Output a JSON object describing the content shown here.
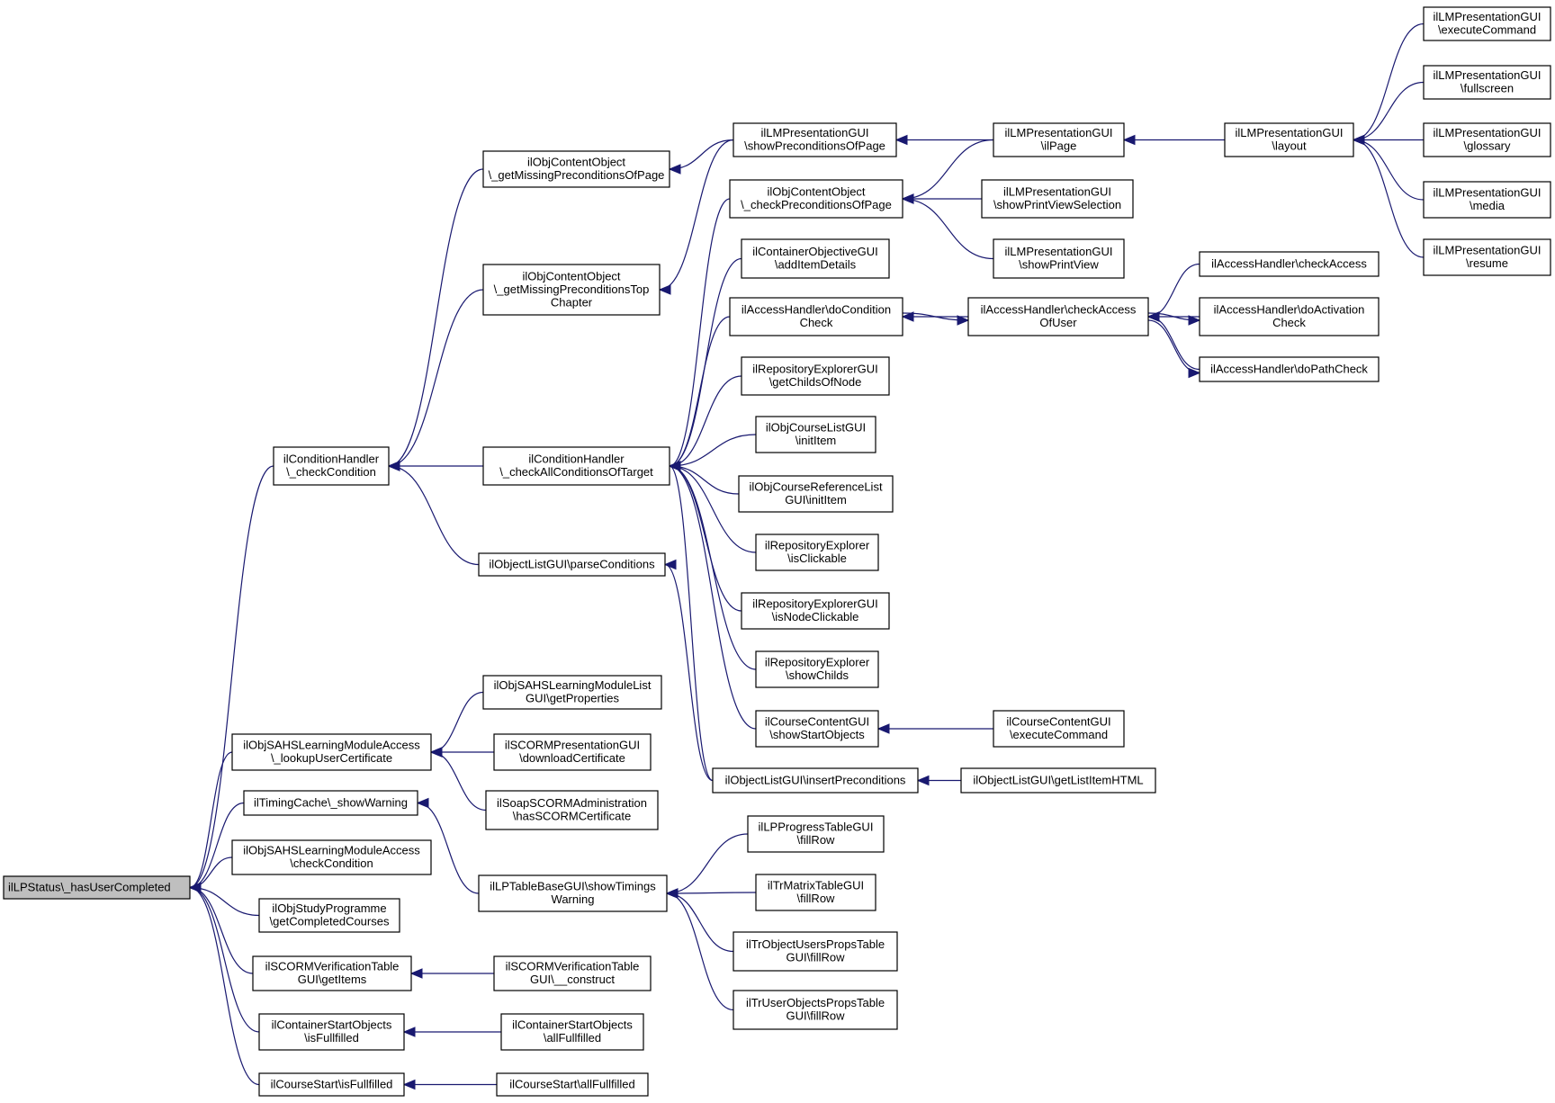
{
  "graph": {
    "root": "n0",
    "nodes": [
      {
        "id": "n0",
        "lines": [
          "ilLPStatus\\_hasUserCompleted"
        ],
        "root": true
      },
      {
        "id": "n1",
        "lines": [
          "ilConditionHandler",
          "\\_checkCondition"
        ]
      },
      {
        "id": "n2",
        "lines": [
          "ilObjSAHSLearningModuleAccess",
          "\\_lookupUserCertificate"
        ]
      },
      {
        "id": "n3",
        "lines": [
          "ilTimingCache\\_showWarning"
        ]
      },
      {
        "id": "n4",
        "lines": [
          "ilObjSAHSLearningModuleAccess",
          "\\checkCondition"
        ]
      },
      {
        "id": "n5",
        "lines": [
          "ilObjStudyProgramme",
          "\\getCompletedCourses"
        ]
      },
      {
        "id": "n6",
        "lines": [
          "ilSCORMVerificationTable",
          "GUI\\getItems"
        ]
      },
      {
        "id": "n7",
        "lines": [
          "ilContainerStartObjects",
          "\\isFullfilled"
        ]
      },
      {
        "id": "n8",
        "lines": [
          "ilCourseStart\\isFullfilled"
        ]
      },
      {
        "id": "n9",
        "lines": [
          "ilObjContentObject",
          "\\_getMissingPreconditionsOfPage"
        ]
      },
      {
        "id": "n10",
        "lines": [
          "ilObjContentObject",
          "\\_getMissingPreconditionsTop",
          "Chapter"
        ]
      },
      {
        "id": "n11",
        "lines": [
          "ilConditionHandler",
          "\\_checkAllConditionsOfTarget"
        ]
      },
      {
        "id": "n12",
        "lines": [
          "ilObjectListGUI\\parseConditions"
        ]
      },
      {
        "id": "n13",
        "lines": [
          "ilObjSAHSLearningModuleList",
          "GUI\\getProperties"
        ]
      },
      {
        "id": "n14",
        "lines": [
          "ilSCORMPresentationGUI",
          "\\downloadCertificate"
        ]
      },
      {
        "id": "n15",
        "lines": [
          "ilSoapSCORMAdministration",
          "\\hasSCORMCertificate"
        ]
      },
      {
        "id": "n16",
        "lines": [
          "ilLPTableBaseGUI\\showTimings",
          "Warning"
        ]
      },
      {
        "id": "n17",
        "lines": [
          "ilSCORMVerificationTable",
          "GUI\\__construct"
        ]
      },
      {
        "id": "n18",
        "lines": [
          "ilContainerStartObjects",
          "\\allFullfilled"
        ]
      },
      {
        "id": "n19",
        "lines": [
          "ilCourseStart\\allFullfilled"
        ]
      },
      {
        "id": "n20",
        "lines": [
          "ilLMPresentationGUI",
          "\\showPreconditionsOfPage"
        ]
      },
      {
        "id": "n21",
        "lines": [
          "ilObjContentObject",
          "\\_checkPreconditionsOfPage"
        ]
      },
      {
        "id": "n22",
        "lines": [
          "ilContainerObjectiveGUI",
          "\\addItemDetails"
        ]
      },
      {
        "id": "n23",
        "lines": [
          "ilAccessHandler\\doCondition",
          "Check"
        ]
      },
      {
        "id": "n24",
        "lines": [
          "ilRepositoryExplorerGUI",
          "\\getChildsOfNode"
        ]
      },
      {
        "id": "n25",
        "lines": [
          "ilObjCourseListGUI",
          "\\initItem"
        ]
      },
      {
        "id": "n26",
        "lines": [
          "ilObjCourseReferenceList",
          "GUI\\initItem"
        ]
      },
      {
        "id": "n27",
        "lines": [
          "ilRepositoryExplorer",
          "\\isClickable"
        ]
      },
      {
        "id": "n28",
        "lines": [
          "ilRepositoryExplorerGUI",
          "\\isNodeClickable"
        ]
      },
      {
        "id": "n29",
        "lines": [
          "ilRepositoryExplorer",
          "\\showChilds"
        ]
      },
      {
        "id": "n30",
        "lines": [
          "ilCourseContentGUI",
          "\\showStartObjects"
        ]
      },
      {
        "id": "n31",
        "lines": [
          "ilObjectListGUI\\insertPreconditions"
        ]
      },
      {
        "id": "n32",
        "lines": [
          "ilLPProgressTableGUI",
          "\\fillRow"
        ]
      },
      {
        "id": "n33",
        "lines": [
          "ilTrMatrixTableGUI",
          "\\fillRow"
        ]
      },
      {
        "id": "n34",
        "lines": [
          "ilTrObjectUsersPropsTable",
          "GUI\\fillRow"
        ]
      },
      {
        "id": "n35",
        "lines": [
          "ilTrUserObjectsPropsTable",
          "GUI\\fillRow"
        ]
      },
      {
        "id": "n36",
        "lines": [
          "ilLMPresentationGUI",
          "\\ilPage"
        ]
      },
      {
        "id": "n37",
        "lines": [
          "ilLMPresentationGUI",
          "\\showPrintViewSelection"
        ]
      },
      {
        "id": "n38",
        "lines": [
          "ilLMPresentationGUI",
          "\\showPrintView"
        ]
      },
      {
        "id": "n39",
        "lines": [
          "ilAccessHandler\\checkAccess",
          "OfUser"
        ]
      },
      {
        "id": "n40",
        "lines": [
          "ilCourseContentGUI",
          "\\executeCommand"
        ]
      },
      {
        "id": "n41",
        "lines": [
          "ilObjectListGUI\\getListItemHTML"
        ]
      },
      {
        "id": "n42",
        "lines": [
          "ilLMPresentationGUI",
          "\\layout"
        ]
      },
      {
        "id": "n43",
        "lines": [
          "ilAccessHandler\\checkAccess"
        ]
      },
      {
        "id": "n44",
        "lines": [
          "ilAccessHandler\\doActivation",
          "Check"
        ]
      },
      {
        "id": "n45",
        "lines": [
          "ilAccessHandler\\doPathCheck"
        ]
      },
      {
        "id": "n46",
        "lines": [
          "ilLMPresentationGUI",
          "\\executeCommand"
        ]
      },
      {
        "id": "n47",
        "lines": [
          "ilLMPresentationGUI",
          "\\fullscreen"
        ]
      },
      {
        "id": "n48",
        "lines": [
          "ilLMPresentationGUI",
          "\\glossary"
        ]
      },
      {
        "id": "n49",
        "lines": [
          "ilLMPresentationGUI",
          "\\media"
        ]
      },
      {
        "id": "n50",
        "lines": [
          "ilLMPresentationGUI",
          "\\resume"
        ]
      }
    ],
    "edges": [
      [
        "n0",
        "n1"
      ],
      [
        "n0",
        "n2"
      ],
      [
        "n0",
        "n3"
      ],
      [
        "n0",
        "n4"
      ],
      [
        "n0",
        "n5"
      ],
      [
        "n0",
        "n6"
      ],
      [
        "n0",
        "n7"
      ],
      [
        "n0",
        "n8"
      ],
      [
        "n1",
        "n9"
      ],
      [
        "n1",
        "n10"
      ],
      [
        "n1",
        "n11"
      ],
      [
        "n1",
        "n12"
      ],
      [
        "n2",
        "n13"
      ],
      [
        "n2",
        "n14"
      ],
      [
        "n2",
        "n15"
      ],
      [
        "n3",
        "n16"
      ],
      [
        "n6",
        "n17"
      ],
      [
        "n7",
        "n18"
      ],
      [
        "n8",
        "n19"
      ],
      [
        "n9",
        "n20"
      ],
      [
        "n10",
        "n20"
      ],
      [
        "n11",
        "n21"
      ],
      [
        "n11",
        "n22"
      ],
      [
        "n11",
        "n23"
      ],
      [
        "n11",
        "n24"
      ],
      [
        "n11",
        "n25"
      ],
      [
        "n11",
        "n26"
      ],
      [
        "n11",
        "n27"
      ],
      [
        "n11",
        "n28"
      ],
      [
        "n11",
        "n29"
      ],
      [
        "n11",
        "n30"
      ],
      [
        "n11",
        "n31"
      ],
      [
        "n12",
        "n31"
      ],
      [
        "n16",
        "n32"
      ],
      [
        "n16",
        "n33"
      ],
      [
        "n16",
        "n34"
      ],
      [
        "n16",
        "n35"
      ],
      [
        "n20",
        "n36"
      ],
      [
        "n21",
        "n36"
      ],
      [
        "n21",
        "n37"
      ],
      [
        "n21",
        "n38"
      ],
      [
        "n23",
        "n39"
      ],
      [
        "n39",
        "n23"
      ],
      [
        "n30",
        "n40"
      ],
      [
        "n31",
        "n41"
      ],
      [
        "n36",
        "n42"
      ],
      [
        "n39",
        "n43"
      ],
      [
        "n39",
        "n44"
      ],
      [
        "n44",
        "n39"
      ],
      [
        "n39",
        "n45"
      ],
      [
        "n45",
        "n39"
      ],
      [
        "n42",
        "n46"
      ],
      [
        "n42",
        "n47"
      ],
      [
        "n42",
        "n48"
      ],
      [
        "n42",
        "n49"
      ],
      [
        "n42",
        "n50"
      ]
    ]
  }
}
